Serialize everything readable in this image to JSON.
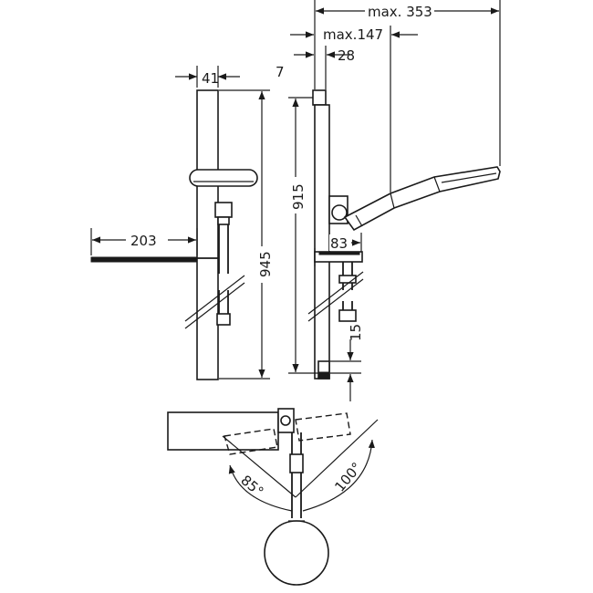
{
  "dimensions": {
    "max_353": "max. 353",
    "max_147": "max.147",
    "d7": "7",
    "d28": "28",
    "d41": "41",
    "d945": "945",
    "d915": "915",
    "d203": "203",
    "d83": "83",
    "d15": "15"
  },
  "angles": {
    "a85": "85°",
    "a100": "100°"
  },
  "colors": {
    "line": "#1a1a1a",
    "background": "#ffffff"
  }
}
